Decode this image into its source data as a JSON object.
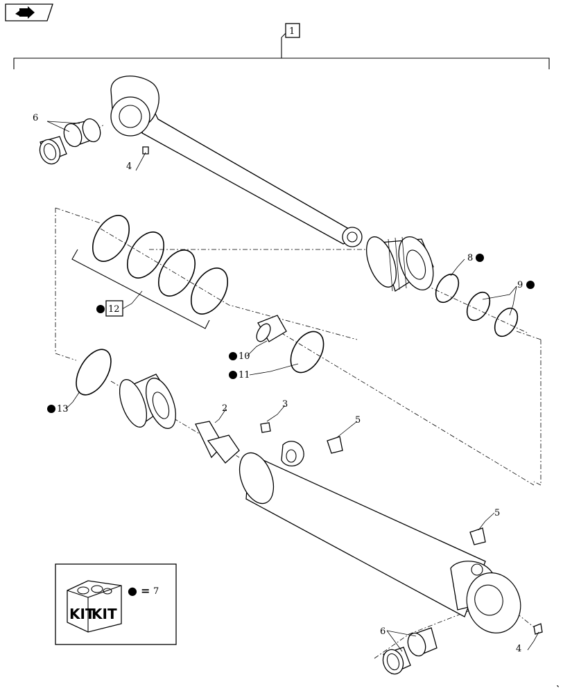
{
  "nav": {
    "icon": "next-page-arrow-icon"
  },
  "assembly_label": "1",
  "callouts": {
    "c1": "2",
    "c2": "3",
    "c3": "4",
    "c4": "4",
    "c5": "5",
    "c6": "5",
    "c7": "6",
    "c8": "6",
    "c9": "8",
    "c10": "9",
    "c11": "10",
    "c12": "11",
    "c13": "12",
    "c14": "13"
  },
  "kit": {
    "box_text_1": "KIT",
    "box_text_2": "KIT",
    "legend_symbol": "●",
    "legend_equals": "=",
    "legend_value": "7"
  },
  "colors": {
    "line": "#000000",
    "background": "#ffffff"
  }
}
